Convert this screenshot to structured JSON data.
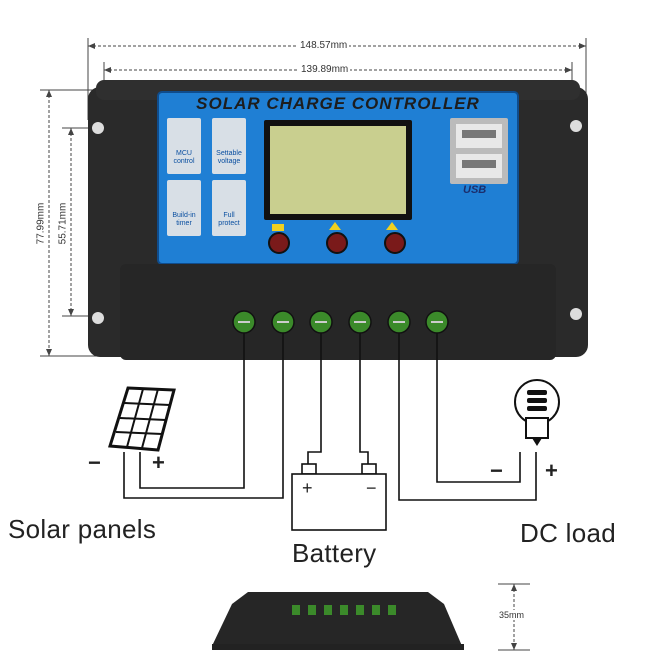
{
  "device": {
    "title": "SOLAR CHARGE CONTROLLER",
    "features": [
      {
        "icon": "chip-icon",
        "label_line1": "MCU",
        "label_line2": "control"
      },
      {
        "icon": "gear-icon",
        "label_line1": "Settable",
        "label_line2": "voltage"
      },
      {
        "icon": "clock-icon",
        "label_line1": "Build-in",
        "label_line2": "timer"
      },
      {
        "icon": "lock-icon",
        "label_line1": "Full",
        "label_line2": "protect"
      }
    ],
    "usb_label": "USB",
    "colors": {
      "panel_blue": "#1f7fd4",
      "body": "#262626",
      "lcd": "#c9cf8f"
    }
  },
  "dimensions": {
    "outer_width": "148.57mm",
    "inner_width": "139.89mm",
    "outer_height": "77.99mm",
    "inner_height": "55.71mm",
    "depth": "35mm"
  },
  "wiring": {
    "solar_label": "Solar panels",
    "battery_label": "Battery",
    "load_label": "DC load",
    "plus": "+",
    "minus": "−"
  }
}
